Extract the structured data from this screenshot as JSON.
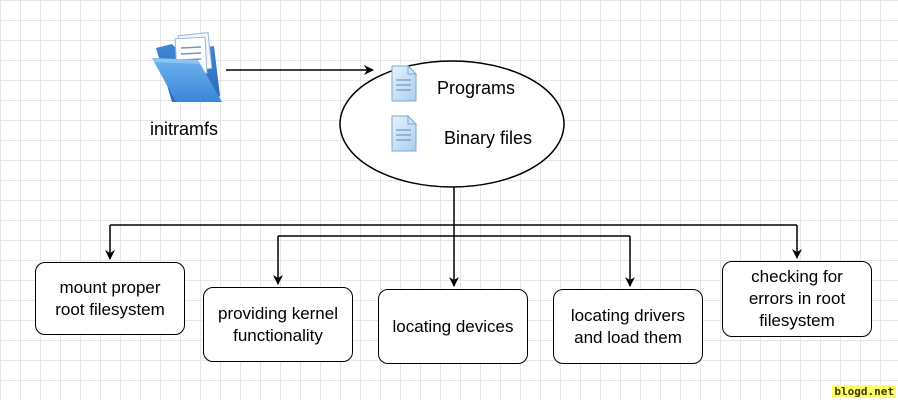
{
  "source": {
    "label": "initramfs"
  },
  "ellipse": {
    "items": [
      {
        "label": "Programs",
        "icon": "document-icon"
      },
      {
        "label": "Binary files",
        "icon": "document-icon"
      }
    ]
  },
  "functions": [
    {
      "line1": "mount proper",
      "line2": "root filesystem"
    },
    {
      "line1": "providing kernel",
      "line2": "functionality"
    },
    {
      "line1": "locating devices",
      "line2": ""
    },
    {
      "line1": "locating drivers",
      "line2": "and load them"
    },
    {
      "line1": "checking for",
      "line2": "errors in root",
      "line3": "filesystem"
    }
  ],
  "watermark": "blogd.net"
}
